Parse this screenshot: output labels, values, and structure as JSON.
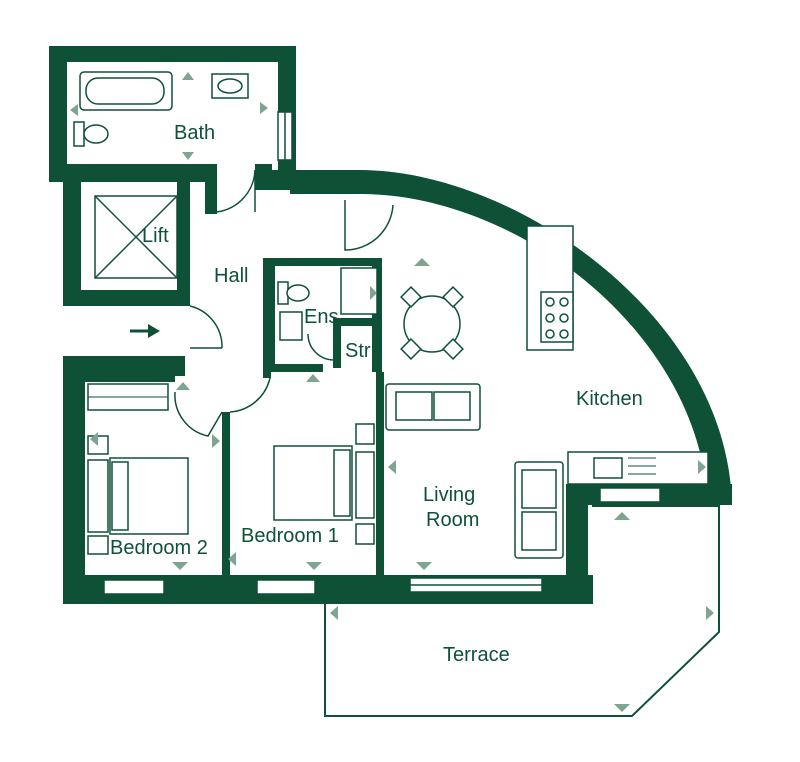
{
  "colors": {
    "wall": "#0e5137",
    "marker": "#7fa491",
    "background": "#ffffff"
  },
  "rooms": {
    "bath": "Bath",
    "lift": "Lift",
    "hall": "Hall",
    "ensuite": "Ens",
    "store": "Str",
    "kitchen": "Kitchen",
    "living_line1": "Living",
    "living_line2": "Room",
    "bedroom1": "Bedroom 1",
    "bedroom2": "Bedroom 2",
    "terrace": "Terrace"
  },
  "icons": {
    "entrance": "entrance-arrow-icon",
    "dimension_marker": "dimension-marker-icon"
  }
}
